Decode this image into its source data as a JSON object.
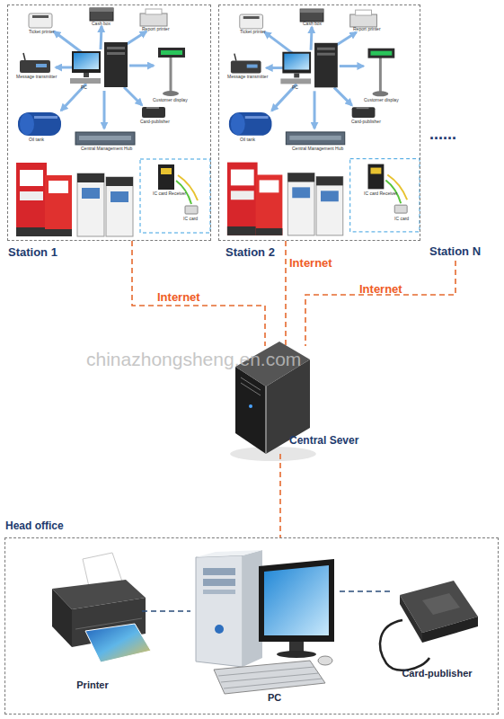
{
  "diagram": {
    "nodes": [
      {
        "text": [
          "Station 1"
        ]
      },
      {
        "text": [
          "Station 2"
        ]
      },
      {
        "text": [
          "Station N"
        ]
      },
      {
        "text": [
          "Central Sever"
        ]
      },
      {
        "text": [
          "Head office"
        ]
      },
      {
        "text": [
          "Printer"
        ],
        "in": 4
      },
      {
        "text": [
          "PC"
        ],
        "in": 4
      },
      {
        "text": [
          "Card-publisher"
        ],
        "in": 4
      }
    ],
    "edges": [
      {
        "from": 0,
        "to": 3,
        "arrow": "none",
        "label": "Internet"
      },
      {
        "from": 1,
        "to": 3,
        "arrow": "none",
        "label": "Internet"
      },
      {
        "from": 2,
        "to": 3,
        "arrow": "none",
        "label": "Internet"
      },
      {
        "from": 3,
        "to": 4,
        "arrow": "none"
      },
      {
        "from": 5,
        "to": 6,
        "arrow": "none"
      },
      {
        "from": 6,
        "to": 7,
        "arrow": "none"
      }
    ],
    "labels": [
      "Ticket printer",
      "Cash box",
      "Report printer",
      "Message transmitter",
      "PC",
      "Customer display",
      "Oil tank",
      "Card-publisher",
      "Central Management Hub",
      "IC card Receiver",
      "IC card",
      "Ticket printer",
      "Cash box",
      "Report printer",
      "Message transmitter",
      "PC",
      "Customer display",
      "Oil tank",
      "Card-publisher",
      "Central Management Hub",
      "IC card Receiver",
      "IC card",
      "......",
      "chinazhongsheng.en.com"
    ]
  }
}
